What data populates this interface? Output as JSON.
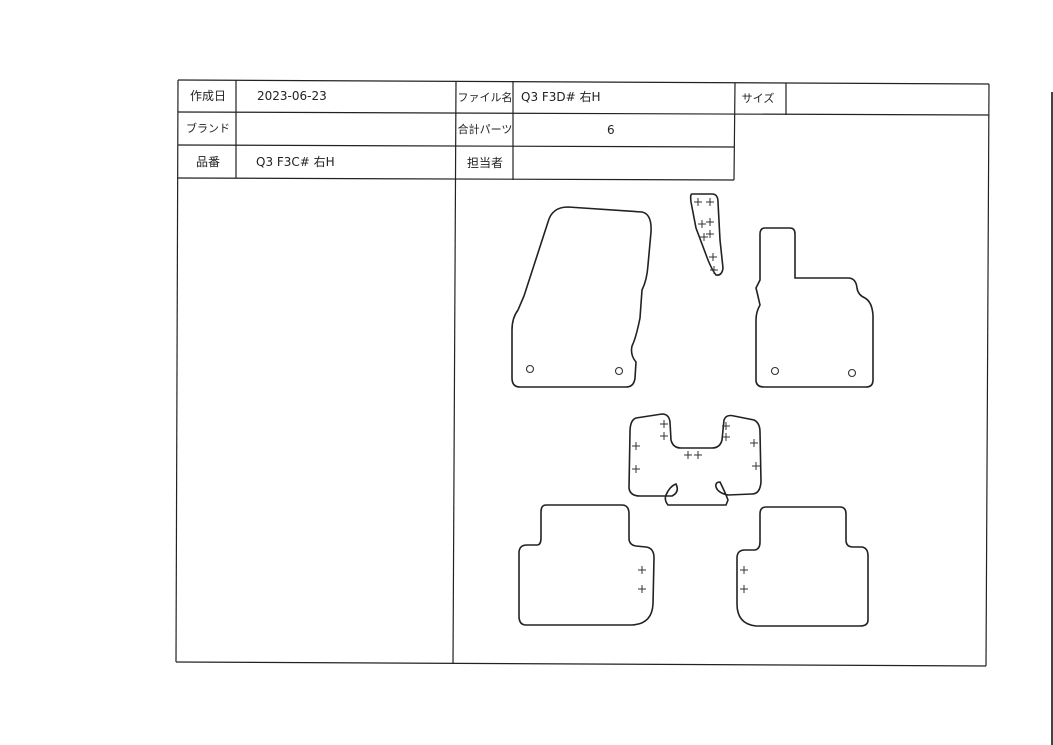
{
  "header": {
    "created_label": "作成日",
    "created_value": "2023-06-23",
    "file_label": "ファイル名",
    "file_value": "Q3 F3D# 右H",
    "size_label": "サイズ",
    "size_value": "",
    "brand_label": "ブランド",
    "brand_value": "",
    "parts_label": "合計パーツ",
    "parts_value": "6",
    "part_no_label": "品番",
    "part_no_value": "Q3 F3C# 右H",
    "person_label": "担当者",
    "person_value": ""
  },
  "colors": {
    "ink": "#222222",
    "paper": "#ffffff"
  }
}
